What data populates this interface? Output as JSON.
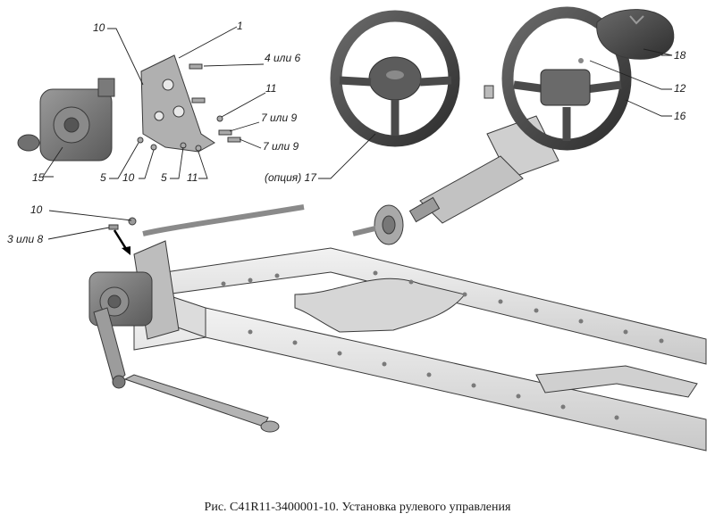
{
  "caption": "Рис. С41R11-3400001-10. Установка рулевого управления",
  "callouts": {
    "c10_top": "10",
    "c1": "1",
    "c4_6": "4 или 6",
    "c11_top": "11",
    "c7_9_a": "7 или 9",
    "c7_9_b": "7 или 9",
    "c15": "15",
    "c5_a": "5",
    "c10_mid": "10",
    "c5_b": "5",
    "c11_bot": "11",
    "c17": "(опция) 17",
    "c18": "18",
    "c12": "12",
    "c16": "16",
    "c10_low": "10",
    "c3_8": "3 или 8"
  }
}
